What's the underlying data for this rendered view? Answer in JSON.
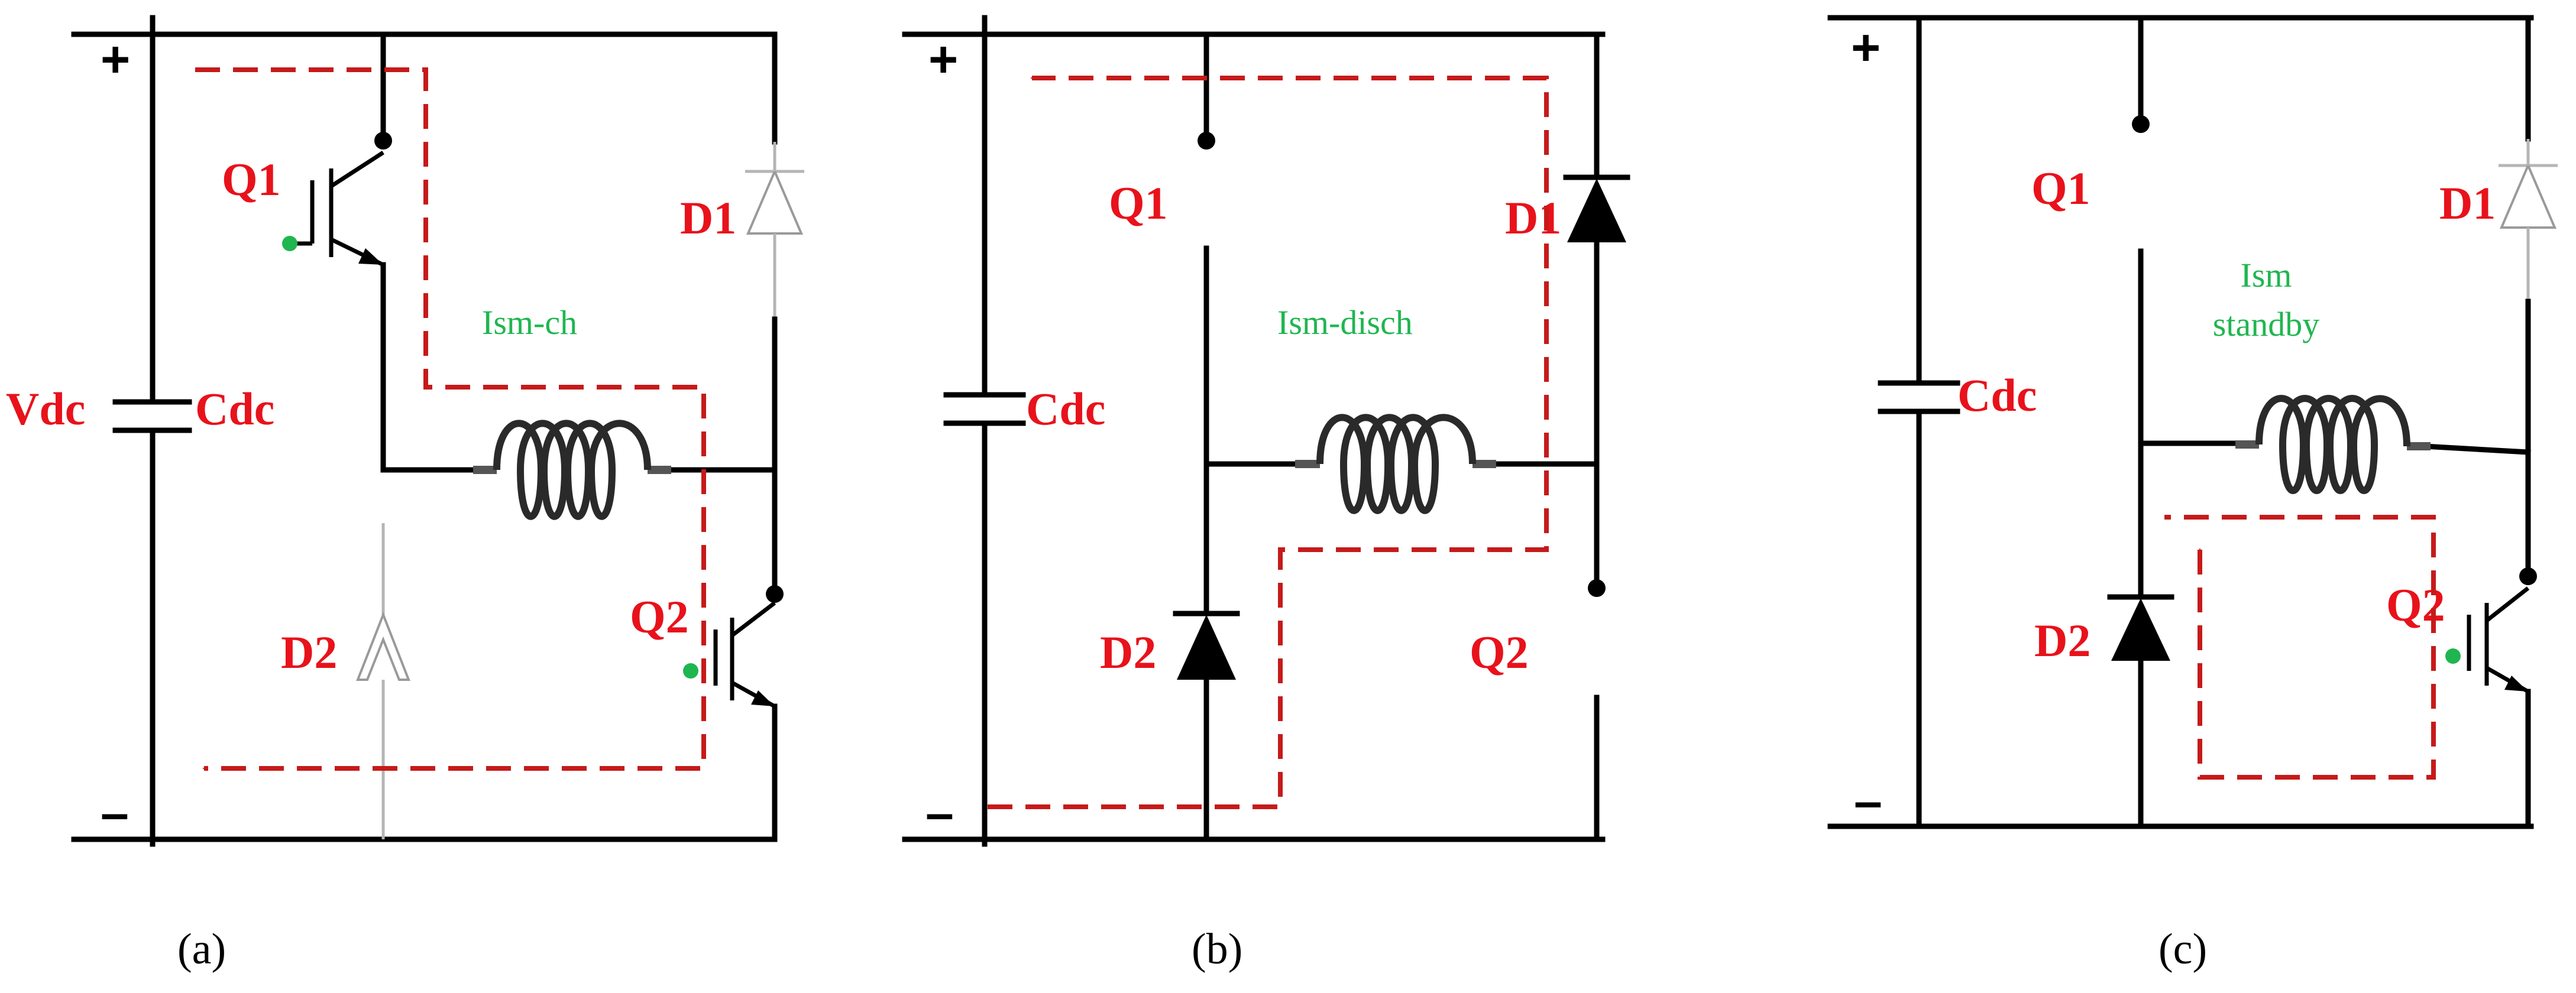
{
  "colors": {
    "label": "#e8121b",
    "current_label": "#1fb650",
    "path": "#c61a1a",
    "wire": "#000000",
    "gate_dot": "#1fb650"
  },
  "panels": [
    {
      "caption": "(a)",
      "plus": "+",
      "minus": "–",
      "left_label": "Vdc",
      "cap_label": "Cdc",
      "q1_label": "Q1",
      "q2_label": "Q2",
      "d1_label": "D1",
      "d2_label": "D2",
      "current_lines": [
        "Ism-ch"
      ],
      "active": "Q1 and Q2 conducting; D1 and D2 off"
    },
    {
      "caption": "(b)",
      "plus": "+",
      "minus": "–",
      "cap_label": "Cdc",
      "q1_label": "Q1",
      "q2_label": "Q2",
      "d1_label": "D1",
      "d2_label": "D2",
      "current_lines": [
        "Ism-disch"
      ],
      "active": "D1 and D2 conducting; Q1 and Q2 open"
    },
    {
      "caption": "(c)",
      "plus": "+",
      "minus": "–",
      "cap_label": "Cdc",
      "q1_label": "Q1",
      "q2_label": "Q2",
      "d1_label": "D1",
      "d2_label": "D2",
      "current_lines": [
        "Ism",
        "standby"
      ],
      "active": "Q2 and D2 conducting; Q1 open; D1 off"
    }
  ]
}
